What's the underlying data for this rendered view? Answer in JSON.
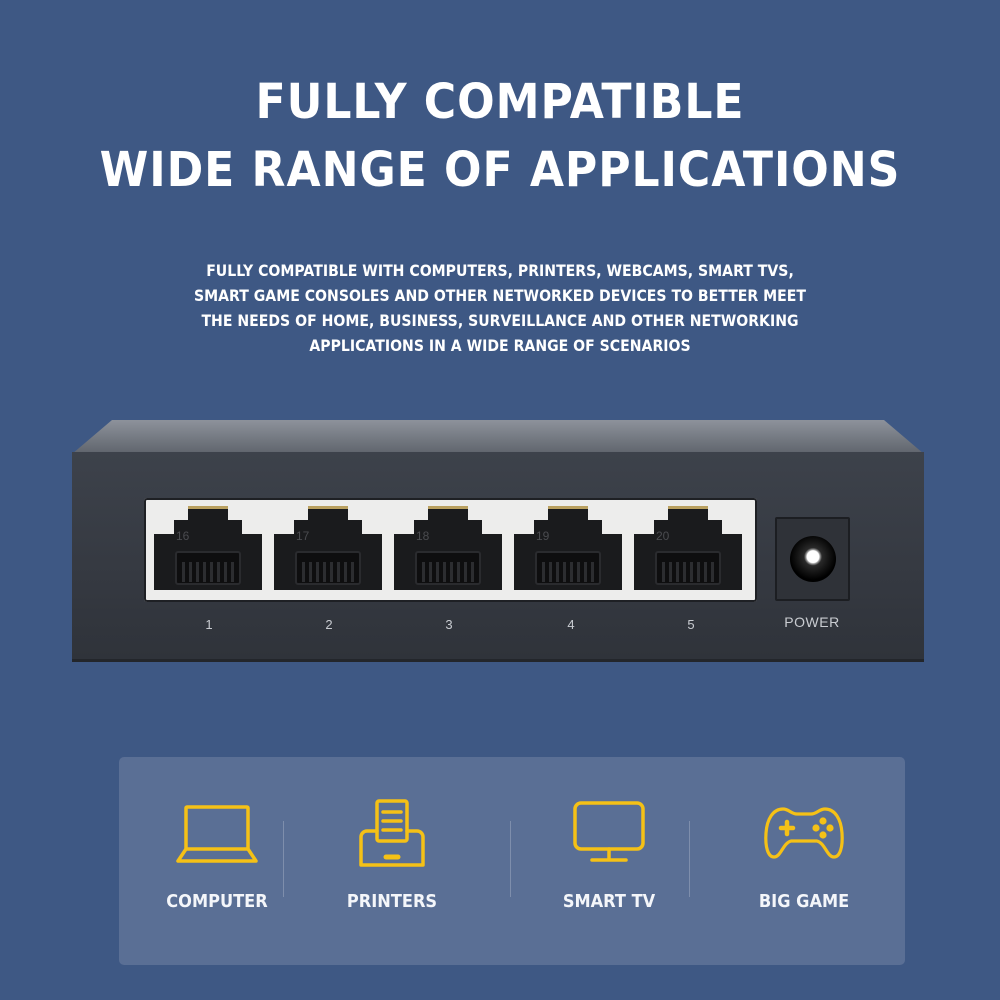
{
  "headline": {
    "line1": "FULLY COMPATIBLE",
    "line2": "WIDE RANGE OF APPLICATIONS"
  },
  "description": {
    "lines": [
      "FULLY COMPATIBLE WITH COMPUTERS, PRINTERS, WEBCAMS, SMART TVS,",
      "SMART GAME CONSOLES AND OTHER NETWORKED DEVICES TO BETTER MEET",
      "THE NEEDS OF HOME, BUSINESS, SURVEILLANCE AND OTHER NETWORKING",
      "APPLICATIONS IN A WIDE RANGE OF SCENARIOS"
    ]
  },
  "switch": {
    "ports": [
      {
        "number": "1",
        "internal_label": "16"
      },
      {
        "number": "2",
        "internal_label": "17"
      },
      {
        "number": "3",
        "internal_label": "18"
      },
      {
        "number": "4",
        "internal_label": "19"
      },
      {
        "number": "5",
        "internal_label": "20"
      }
    ],
    "power_label": "POWER"
  },
  "applications": [
    {
      "label": "COMPUTER",
      "icon": "laptop-icon"
    },
    {
      "label": "PRINTERS",
      "icon": "printer-icon"
    },
    {
      "label": "SMART TV",
      "icon": "tv-icon"
    },
    {
      "label": "BIG GAME",
      "icon": "gamepad-icon"
    }
  ],
  "colors": {
    "background": "#3e5884",
    "panel": "#5a6f95",
    "icon_accent": "#f5c116",
    "text": "#ffffff"
  }
}
